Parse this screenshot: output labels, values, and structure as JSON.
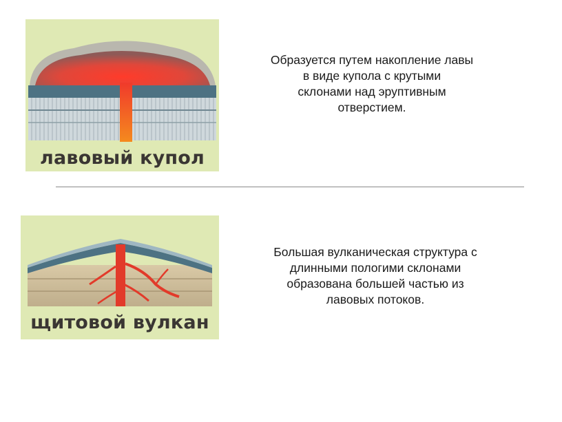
{
  "lava_dome": {
    "caption": "лавовый купол",
    "description_lines": [
      "Образуется путем накопление лавы",
      "в виде купола с крутыми",
      "склонами над эруптивным",
      "отверстием."
    ]
  },
  "shield_volcano": {
    "caption": "щитовой вулкан",
    "description_lines": [
      "Большая вулканическая структура с",
      "длинными пологими склонами",
      "образована большей частью из",
      "лавовых потоков."
    ]
  },
  "colors": {
    "card_background": "#dfe9b4",
    "lava": "#e8402a",
    "rock_layer": "#4d7283",
    "strata": "#c9d3d8",
    "text": "#1a1a1a"
  }
}
